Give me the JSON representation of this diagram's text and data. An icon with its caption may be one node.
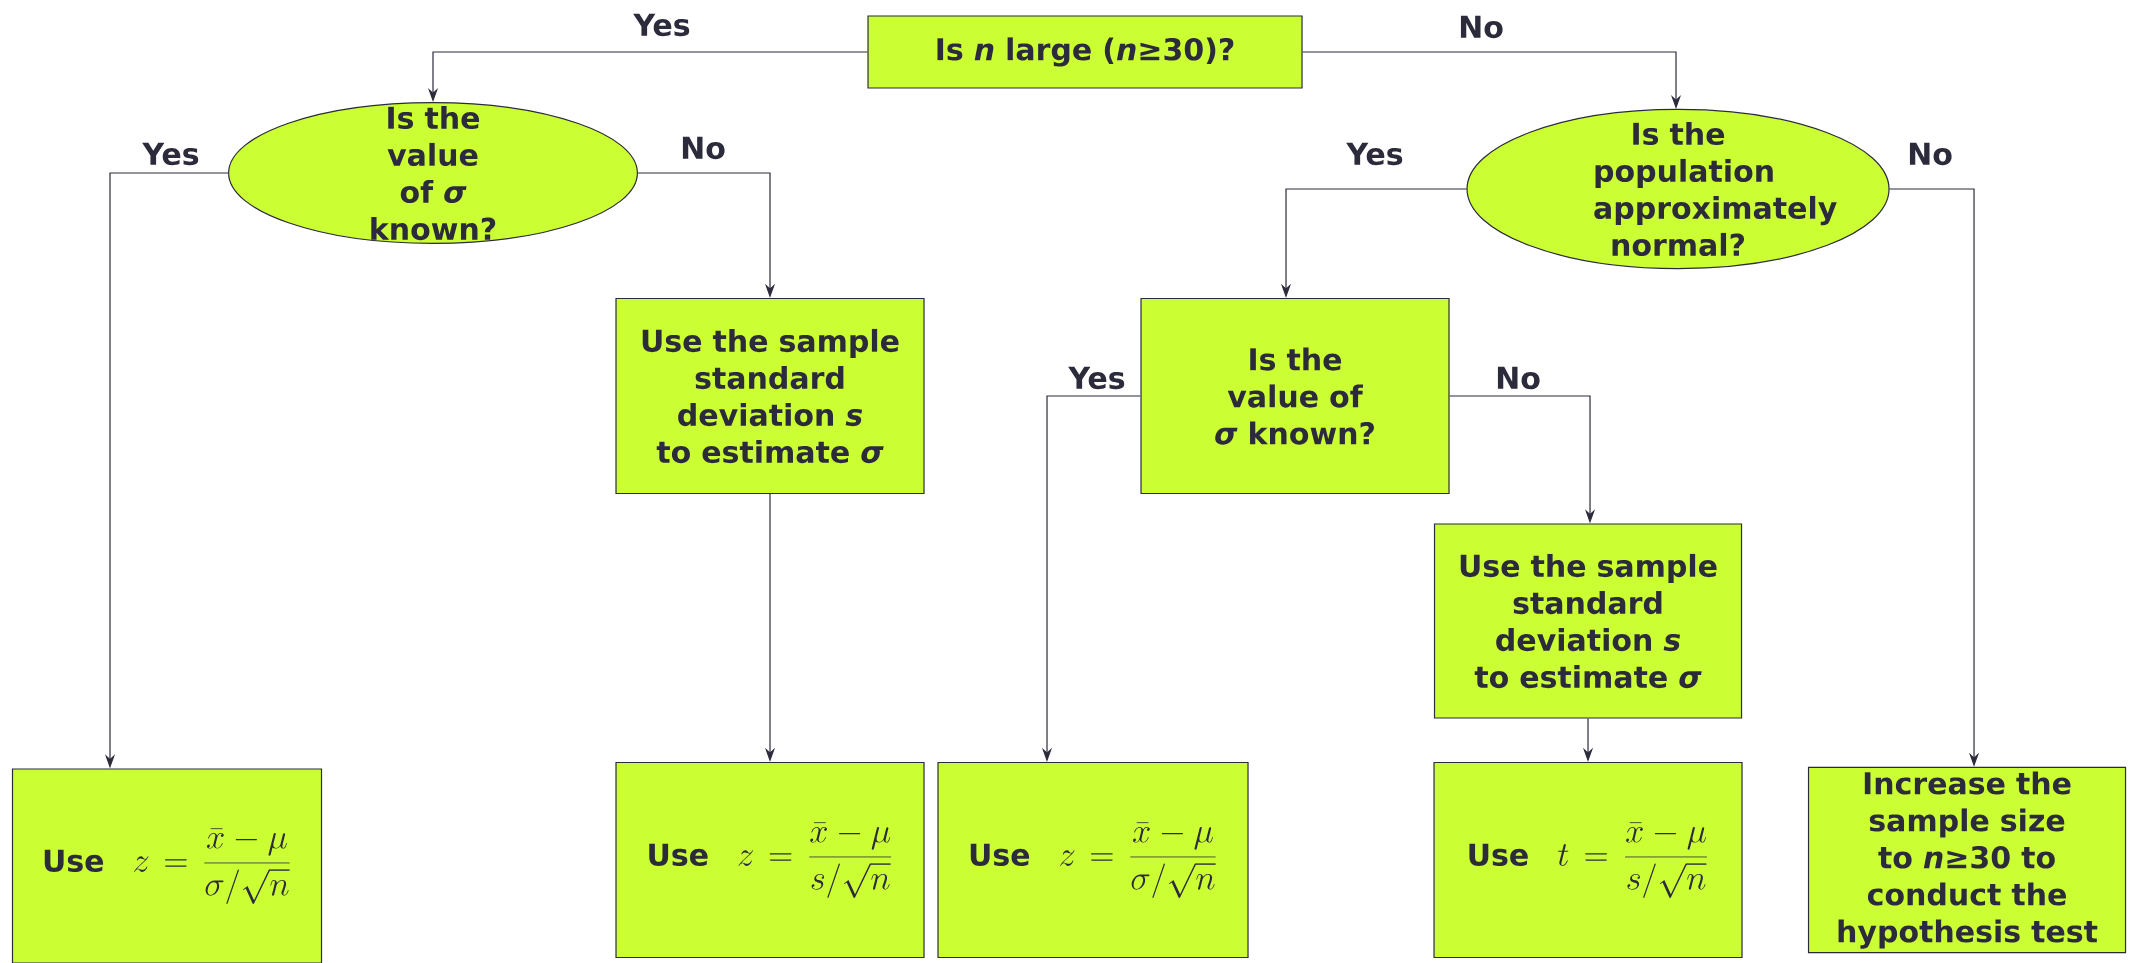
{
  "diagram": {
    "nodes": [
      {
        "text": [
          "Is *n* large (*n*≥30)?"
        ]
      },
      {
        "text": [
          "Is the value of *σ* known?"
        ]
      },
      {
        "text": [
          "Is the population approximately normal?"
        ]
      },
      {
        "text": [
          "Use the sample standard deviation *s* to estimate *σ*"
        ]
      },
      {
        "text": [
          "Is the value of *σ* known?"
        ]
      },
      {
        "text": [
          "Use the sample standard deviation *s* to estimate *σ*"
        ]
      },
      {
        "text": [
          "Use",
          "z=\\frac{\\bar{x}-\\mu}{\\sigma/\\sqrt{n}}"
        ]
      },
      {
        "text": [
          "Use",
          "z=\\frac{\\bar{x}-\\mu}{s/\\sqrt{n}}"
        ]
      },
      {
        "text": [
          "Use",
          "z=\\frac{\\bar{x}-\\mu}{\\sigma/\\sqrt{n}}"
        ]
      },
      {
        "text": [
          "Use",
          "t=\\frac{\\bar{x}-\\mu}{s/\\sqrt{n}}"
        ]
      },
      {
        "text": [
          "Increase the sample size to *n*≥30 to conduct the hypothesis test"
        ]
      }
    ],
    "edges": [
      {
        "from": 0,
        "to": 1,
        "arrow": "to",
        "label": "Yes"
      },
      {
        "from": 0,
        "to": 2,
        "arrow": "to",
        "label": "No"
      },
      {
        "from": 1,
        "to": 6,
        "arrow": "to",
        "label": "Yes"
      },
      {
        "from": 1,
        "to": 3,
        "arrow": "to",
        "label": "No"
      },
      {
        "from": 3,
        "to": 7,
        "arrow": "to"
      },
      {
        "from": 2,
        "to": 4,
        "arrow": "to",
        "label": "Yes"
      },
      {
        "from": 2,
        "to": 10,
        "arrow": "to",
        "label": "No"
      },
      {
        "from": 4,
        "to": 8,
        "arrow": "to",
        "label": "Yes"
      },
      {
        "from": 4,
        "to": 5,
        "arrow": "to",
        "label": "No"
      },
      {
        "from": 5,
        "to": 9,
        "arrow": "to"
      }
    ]
  }
}
